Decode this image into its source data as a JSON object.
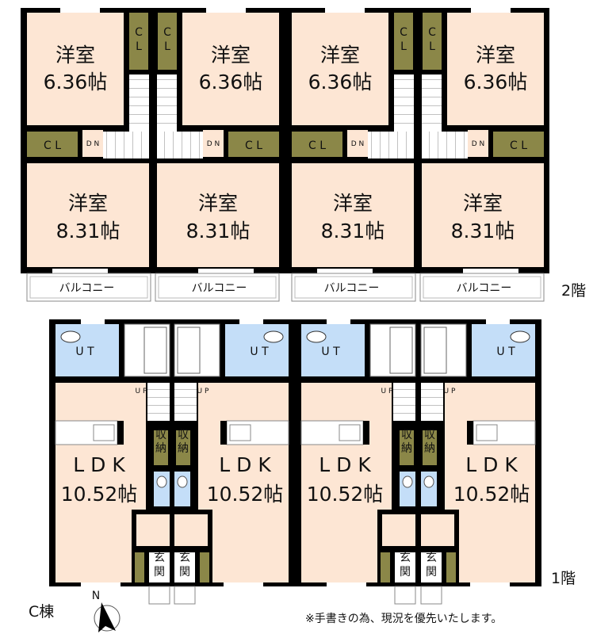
{
  "colors": {
    "wall": "#000000",
    "room": "#fde6d4",
    "closet": "#8b8748",
    "wet": "#c4def8",
    "white": "#ffffff"
  },
  "floor2": {
    "label": "2階",
    "units": [
      {
        "upper_room": "洋室",
        "upper_size": "6.36帖",
        "lower_room": "洋室",
        "lower_size": "8.31帖",
        "cl_upper_1": "C",
        "cl_upper_2": "L",
        "cl_mid": "C L",
        "stairs": "D N",
        "balcony": "バルコニー"
      },
      {
        "upper_room": "洋室",
        "upper_size": "6.36帖",
        "lower_room": "洋室",
        "lower_size": "8.31帖",
        "cl_upper_1": "C",
        "cl_upper_2": "L",
        "cl_mid": "C L",
        "stairs": "D N",
        "balcony": "バルコニー"
      },
      {
        "upper_room": "洋室",
        "upper_size": "6.36帖",
        "lower_room": "洋室",
        "lower_size": "8.31帖",
        "cl_upper_1": "C",
        "cl_upper_2": "L",
        "cl_mid": "C L",
        "stairs": "D N",
        "balcony": "バルコニー"
      },
      {
        "upper_room": "洋室",
        "upper_size": "6.36帖",
        "lower_room": "洋室",
        "lower_size": "8.31帖",
        "cl_upper_1": "C",
        "cl_upper_2": "L",
        "cl_mid": "C L",
        "stairs": "D N",
        "balcony": "バルコニー"
      }
    ]
  },
  "floor1": {
    "label": "1階",
    "units": [
      {
        "ut": "U T",
        "ldk": "L D K",
        "ldk_size": "10.52帖",
        "storage_1": "収",
        "storage_2": "納",
        "entrance_1": "玄",
        "entrance_2": "関",
        "stairs": "U P"
      },
      {
        "ut": "U T",
        "ldk": "L D K",
        "ldk_size": "10.52帖",
        "storage_1": "収",
        "storage_2": "納",
        "entrance_1": "玄",
        "entrance_2": "関",
        "stairs": "U P"
      },
      {
        "ut": "U T",
        "ldk": "L D K",
        "ldk_size": "10.52帖",
        "storage_1": "収",
        "storage_2": "納",
        "entrance_1": "玄",
        "entrance_2": "関",
        "stairs": "U P"
      },
      {
        "ut": "U T",
        "ldk": "L D K",
        "ldk_size": "10.52帖",
        "storage_1": "収",
        "storage_2": "納",
        "entrance_1": "玄",
        "entrance_2": "関",
        "stairs": "U P"
      }
    ]
  },
  "building_label": "C棟",
  "compass": "N",
  "note": "※手書きの為、現況を優先いたします。"
}
